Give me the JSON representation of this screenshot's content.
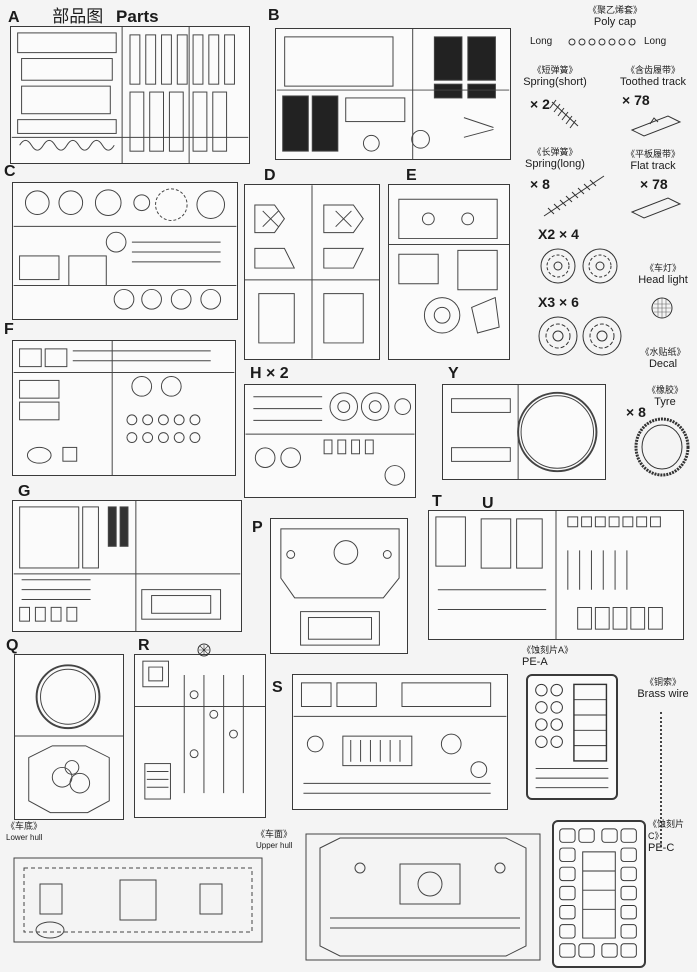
{
  "header": {
    "cn_title": "部品图",
    "en_title": "Parts"
  },
  "sprue_labels": {
    "A": "A",
    "B": "B",
    "C": "C",
    "D": "D",
    "E": "E",
    "F": "F",
    "G": "G",
    "H": "H × 2",
    "Y": "Y",
    "P": "P",
    "T": "T",
    "U": "U",
    "Q": "Q",
    "R": "R",
    "S": "S"
  },
  "accessories": {
    "poly_cap": {
      "cn": "《聚乙烯套》",
      "en": "Poly cap",
      "left": "Long",
      "right": "Long"
    },
    "spring_short": {
      "cn": "《短弹簧》",
      "en": "Spring(short)",
      "qty": "× 2"
    },
    "toothed_track": {
      "cn": "《含齿履带》",
      "en": "Toothed track",
      "qty": "× 78"
    },
    "spring_long": {
      "cn": "《长弹簧》",
      "en": "Spring(long)",
      "qty": "× 8"
    },
    "flat_track": {
      "cn": "《平板履带》",
      "en": "Flat track",
      "qty": "× 78"
    },
    "x2": {
      "label": "X2",
      "qty": "× 4"
    },
    "x3": {
      "label": "X3",
      "qty": "× 6"
    },
    "head_light": {
      "cn": "《车灯》",
      "en": "Head light"
    },
    "decal": {
      "cn": "《水贴纸》",
      "en": "Decal"
    },
    "tyre": {
      "cn": "《橡胶》",
      "en": "Tyre",
      "qty": "× 8"
    },
    "pe_a": {
      "cn": "《蚀刻片A》",
      "en": "PE-A"
    },
    "brass_wire": {
      "cn": "《铜索》",
      "en": "Brass wire"
    },
    "pe_c": {
      "cn": "《蚀刻片C》",
      "en": "PE-C"
    },
    "lower_hull": {
      "cn": "《车底》",
      "en": "Lower hull"
    },
    "upper_hull": {
      "cn": "《车面》",
      "en": "Upper hull"
    }
  }
}
